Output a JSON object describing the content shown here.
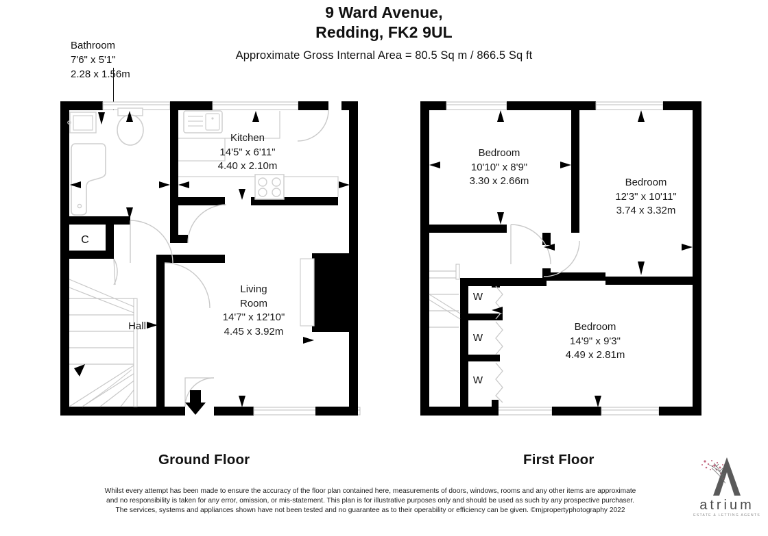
{
  "header": {
    "address_line1": "9 Ward Avenue,",
    "address_line2": "Redding, FK2 9UL",
    "area": "Approximate Gross Internal Area = 80.5 Sq m / 866.5 Sq ft"
  },
  "ground_floor": {
    "caption": "Ground Floor",
    "rooms": [
      {
        "name": "Bathroom",
        "imperial": "7'6\" x 5'1\"",
        "metric": "2.28 x 1.56m"
      },
      {
        "name": "Kitchen",
        "imperial": "14'5\" x 6'11\"",
        "metric": "4.40 x 2.10m"
      },
      {
        "name": "Living",
        "name2": "Room",
        "imperial": "14'7\" x 12'10\"",
        "metric": "4.45 x 3.92m"
      },
      {
        "name": "Hall",
        "imperial": "",
        "metric": ""
      }
    ],
    "cupboard_label": "C"
  },
  "first_floor": {
    "caption": "First Floor",
    "rooms": [
      {
        "name": "Bedroom",
        "imperial": "10'10\" x 8'9\"",
        "metric": "3.30 x 2.66m"
      },
      {
        "name": "Bedroom",
        "imperial": "12'3\" x 10'11\"",
        "metric": "3.74 x 3.32m"
      },
      {
        "name": "Bedroom",
        "imperial": "14'9\" x 9'3\"",
        "metric": "4.49 x 2.81m"
      }
    ],
    "wardrobe_label": "W"
  },
  "disclaimer": {
    "line1": "Whilst every attempt has been made to ensure the accuracy of the floor plan contained here, measurements of doors, windows, rooms and any other items are approximate",
    "line2": "and no responsibility is taken for any error, omission, or mis-statement. This plan is for illustrative purposes only and should be used as such by any prospective purchaser.",
    "line3": "The services, systems and appliances shown have not been tested and no guarantee as to their operability or efficiency can be given. ©mjpropertyphotography 2022"
  },
  "logo": {
    "word": "atrium",
    "tagline": "estate & letting agents"
  },
  "colors": {
    "wall": "#000000",
    "fixture": "#cfcfcf",
    "text": "#111111",
    "logo_accent": "#c0607a"
  }
}
